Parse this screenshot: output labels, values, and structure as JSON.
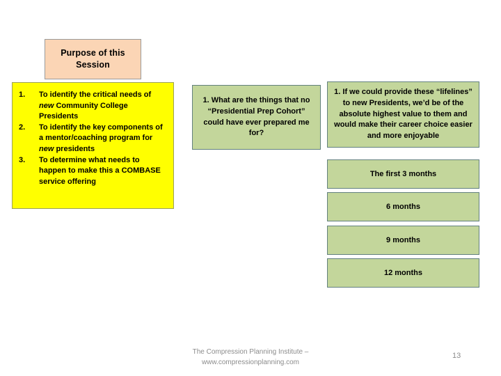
{
  "slide": {
    "title_box": {
      "text": "Purpose of this Session",
      "fill_color": "#FBD5B5",
      "border_color": "#9A9A9A"
    },
    "objectives_box": {
      "fill_color": "#FFFF00",
      "border_color": "#9AA05A",
      "items": [
        {
          "number": "1.",
          "parts": [
            {
              "text": "To identify the critical needs of ",
              "italic": false
            },
            {
              "text": "new",
              "italic": true
            },
            {
              "text": " Community College Presidents",
              "italic": false
            }
          ]
        },
        {
          "number": "2.",
          "parts": [
            {
              "text": "To identify the key components of a mentor/coaching program for ",
              "italic": false
            },
            {
              "text": "new",
              "italic": true
            },
            {
              "text": " presidents",
              "italic": false
            }
          ]
        },
        {
          "number": "3.",
          "parts": [
            {
              "text": "To determine what needs to happen to make this a COMBASE service offering",
              "italic": false
            }
          ]
        }
      ]
    },
    "question_box": {
      "text": "1. What are the things that no “Presidential Prep Cohort” could have ever prepared me for?",
      "fill_color": "#C3D69B",
      "border_color": "#62807E"
    },
    "insight_box": {
      "text": "1. If we could provide these “lifelines” to new Presidents, we’d be of the absolute highest value to them and would make their career choice easier and more enjoyable",
      "fill_color": "#C3D69B",
      "border_color": "#62807E"
    },
    "timeline_boxes": [
      {
        "label": "The first 3 months"
      },
      {
        "label": "6 months"
      },
      {
        "label": "9 months"
      },
      {
        "label": "12 months"
      }
    ],
    "footer": {
      "line1": "The Compression Planning Institute –",
      "line2": "www.compressionplanning.com",
      "color": "#8C8C8C"
    },
    "page_number": "13"
  }
}
